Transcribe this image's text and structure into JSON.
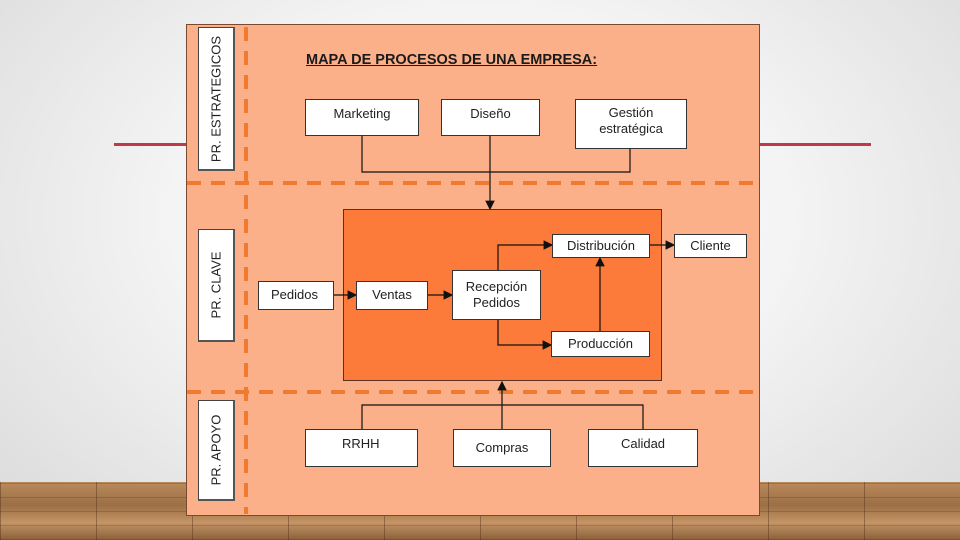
{
  "title": "MAPA DE PROCESOS DE UNA EMPRESA:",
  "lanes": {
    "strategic": "PR. ESTRATEGICOS",
    "key": "PR. CLAVE",
    "support": "PR. APOYO"
  },
  "strategic_processes": {
    "marketing": "Marketing",
    "design": "Diseño",
    "strategic_management": "Gestión estratégica"
  },
  "key_processes": {
    "orders": "Pedidos",
    "sales": "Ventas",
    "order_reception": "Recepción Pedidos",
    "distribution": "Distribución",
    "production": "Producción",
    "customer": "Cliente"
  },
  "support_processes": {
    "hr": "RRHH",
    "purchasing": "Compras",
    "quality": "Calidad"
  },
  "colors": {
    "panel": "#fcb08a",
    "core": "#fc7a3a",
    "dashes": "#f07a30",
    "accent_line": "#c0394b"
  }
}
